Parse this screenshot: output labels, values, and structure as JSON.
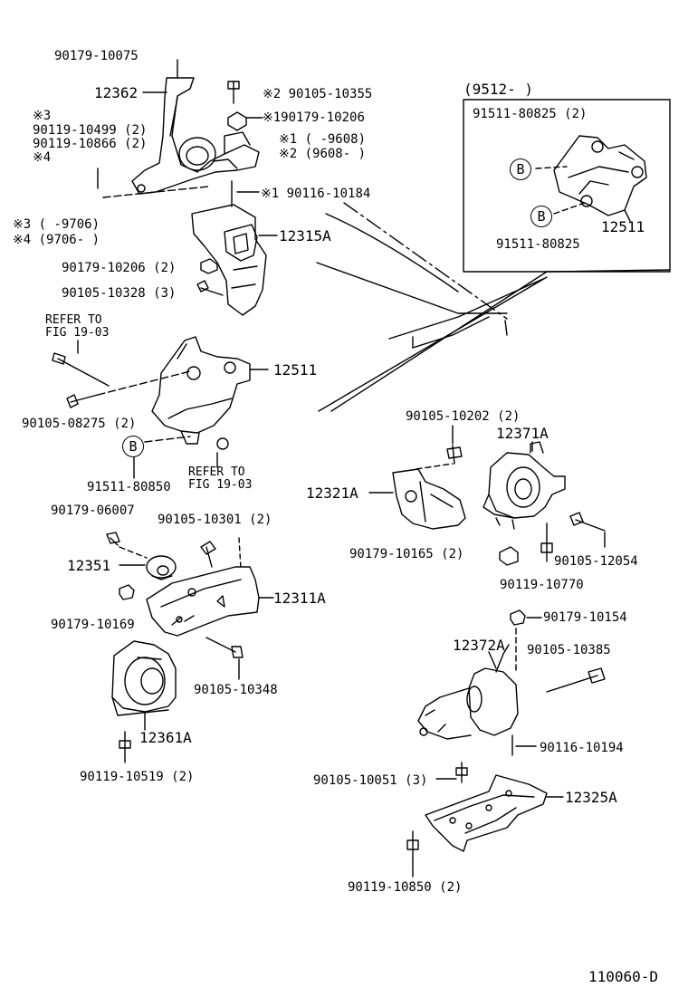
{
  "labels": {
    "l_90179_10075": "90179-10075",
    "l_12362": "12362",
    "l_mark3_top": "※3",
    "l_90119_10499": "90119-10499 (2)",
    "l_90119_10866": "90119-10866 (2)",
    "l_mark4_top": "※4",
    "l_90105_10355": "※2 90105-10355",
    "l_90179_10206_top": "※190179-10206",
    "l_note1": "※1 (     -9608)",
    "l_note2": "※2 (9608-     )",
    "l_90116_10184": "※1 90116-10184",
    "l_note3": "※3 (     -9706)",
    "l_note4": "※4 (9706-     )",
    "l_12315A": "12315A",
    "l_90179_10206_2": "90179-10206 (2)",
    "l_90105_10328": "90105-10328 (3)",
    "l_refer_top_1": "REFER TO",
    "l_refer_top_2": "FIG 19-03",
    "l_12511_mid": "12511",
    "l_90105_08275": "90105-08275 (2)",
    "l_91511_80850": "91511-80850",
    "l_refer_b_1": "REFER TO",
    "l_refer_b_2": "FIG 19-03",
    "l_inset_date": "(9512-      )",
    "l_91511_80825_top": "91511-80825 (2)",
    "l_12511_inset": "12511",
    "l_91511_80825_bot": "91511-80825",
    "l_90105_10202": "90105-10202 (2)",
    "l_12371A": "12371A",
    "l_12321A": "12321A",
    "l_90179_10165": "90179-10165 (2)",
    "l_90105_12054": "90105-12054",
    "l_90119_10770": "90119-10770",
    "l_90179_06007": "90179-06007",
    "l_90105_10301": "90105-10301 (2)",
    "l_12351": "12351",
    "l_12311A": "12311A",
    "l_90179_10169": "90179-10169",
    "l_90105_10348": "90105-10348",
    "l_12361A": "12361A",
    "l_90119_10519": "90119-10519 (2)",
    "l_90179_10154": "90179-10154",
    "l_12372A": "12372A",
    "l_90105_10385": "90105-10385",
    "l_90116_10194": "90116-10194",
    "l_90105_10051": "90105-10051 (3)",
    "l_12325A": "12325A",
    "l_90119_10850": "90119-10850 (2)",
    "l_figure_id": "110060-D"
  },
  "callouts": {
    "b": "B"
  }
}
